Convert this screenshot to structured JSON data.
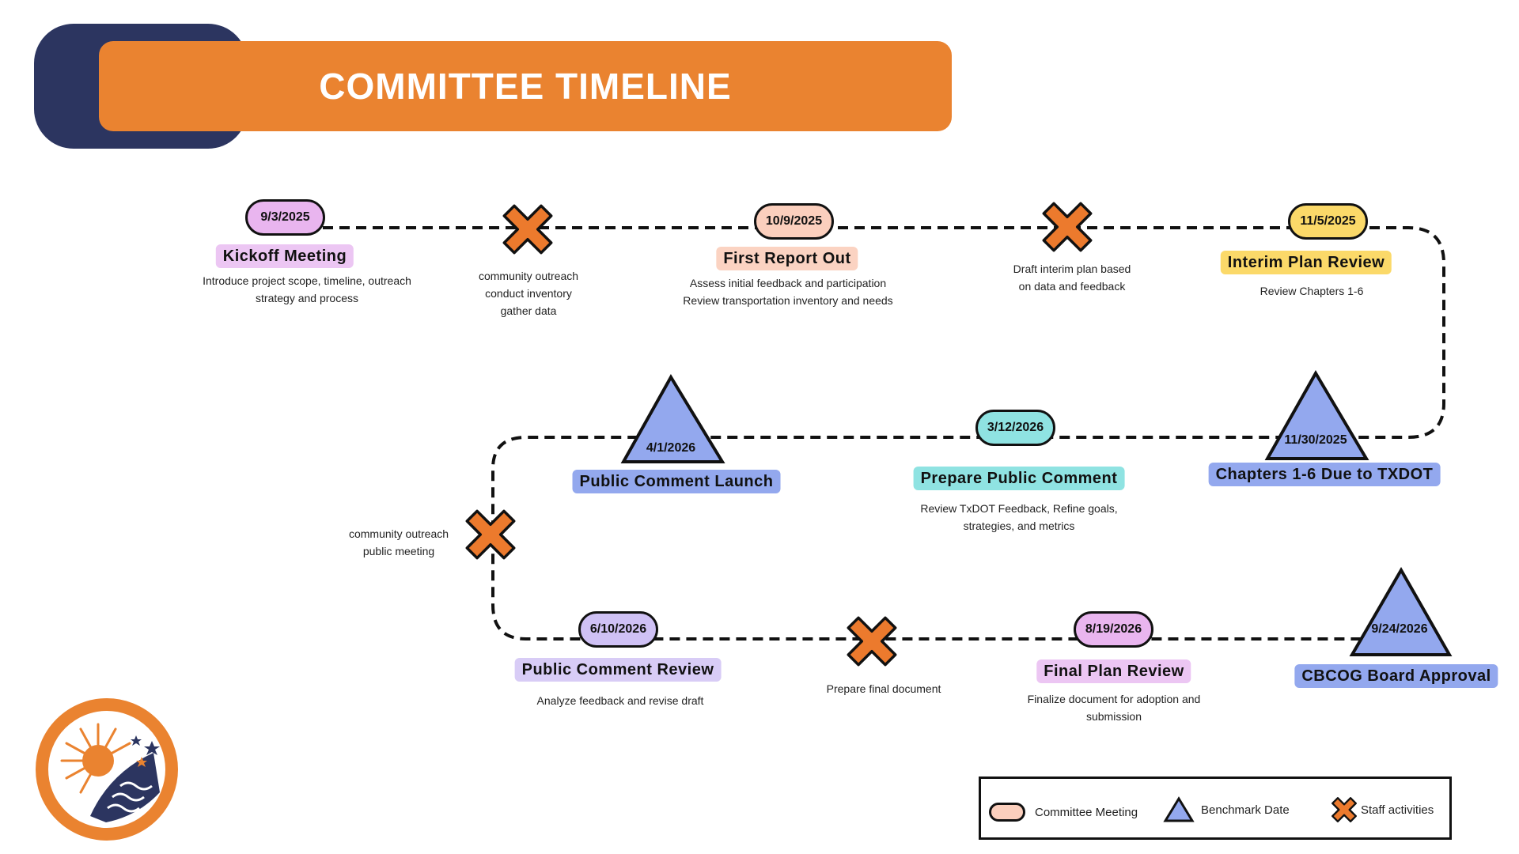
{
  "title": "COMMITTEE TIMELINE",
  "colors": {
    "orange": "#ea8330",
    "navy": "#2c3560",
    "meeting_pink": "#e9b5ef",
    "meeting_peach": "#fbcfbd",
    "meeting_yellow": "#fbd969",
    "meeting_teal": "#8fe3e2",
    "meeting_lavender": "#cfc1f5",
    "benchmark_blue": "#93a8ee",
    "staff_orange": "#ec7a2d"
  },
  "events": {
    "kickoff": {
      "date": "9/3/2025",
      "title": "Kickoff Meeting",
      "lines": [
        "Introduce project scope, timeline, outreach",
        "strategy and process"
      ]
    },
    "staff1": {
      "lines": [
        "community outreach",
        "conduct inventory",
        "gather data"
      ]
    },
    "first_report": {
      "date": "10/9/2025",
      "title": "First Report Out",
      "lines": [
        "Assess initial feedback and participation",
        "Review transportation inventory and needs"
      ]
    },
    "staff2": {
      "lines": [
        "Draft interim plan based",
        "on data and feedback"
      ]
    },
    "interim": {
      "date": "11/5/2025",
      "title": "Interim Plan Review",
      "lines": [
        "Review Chapters 1-6"
      ]
    },
    "chapters_due": {
      "date": "11/30/2025",
      "title": "Chapters 1-6 Due to TXDOT"
    },
    "prepare_comment": {
      "date": "3/12/2026",
      "title": "Prepare Public Comment",
      "lines": [
        "Review TxDOT Feedback, Refine goals,",
        "strategies, and metrics"
      ]
    },
    "comment_launch": {
      "date": "4/1/2026",
      "title": "Public Comment Launch"
    },
    "staff3": {
      "lines": [
        "community outreach",
        "public meeting"
      ]
    },
    "comment_review": {
      "date": "6/10/2026",
      "title": "Public Comment Review",
      "lines": [
        "Analyze feedback and revise draft"
      ]
    },
    "staff4": {
      "lines": [
        "Prepare final document"
      ]
    },
    "final_review": {
      "date": "8/19/2026",
      "title": "Final Plan Review",
      "lines": [
        "Finalize document for adoption and",
        "submission"
      ]
    },
    "board_approval": {
      "date": "9/24/2026",
      "title": "CBCOG Board Approval"
    }
  },
  "legend": {
    "meeting": "Committee Meeting",
    "benchmark": "Benchmark Date",
    "staff": "Staff activities"
  },
  "icons": {
    "staff": "x-mark-icon",
    "benchmark": "triangle-icon",
    "logo": "sun-waves-logo"
  }
}
